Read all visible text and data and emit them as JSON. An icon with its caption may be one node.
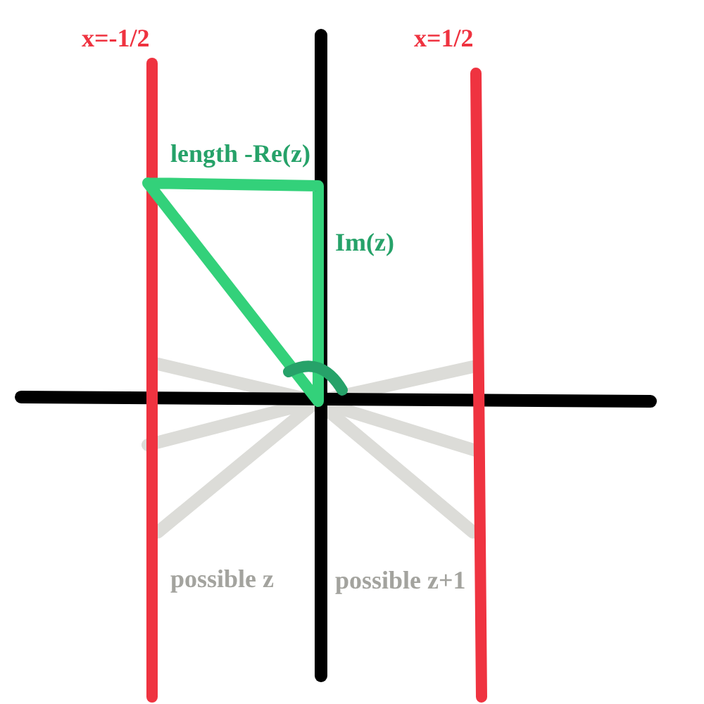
{
  "diagram": {
    "labels": [
      "x=-1/2",
      "x=1/2",
      "length -Re(z)",
      "Im(z)",
      "possible z",
      "possible z+1"
    ]
  }
}
